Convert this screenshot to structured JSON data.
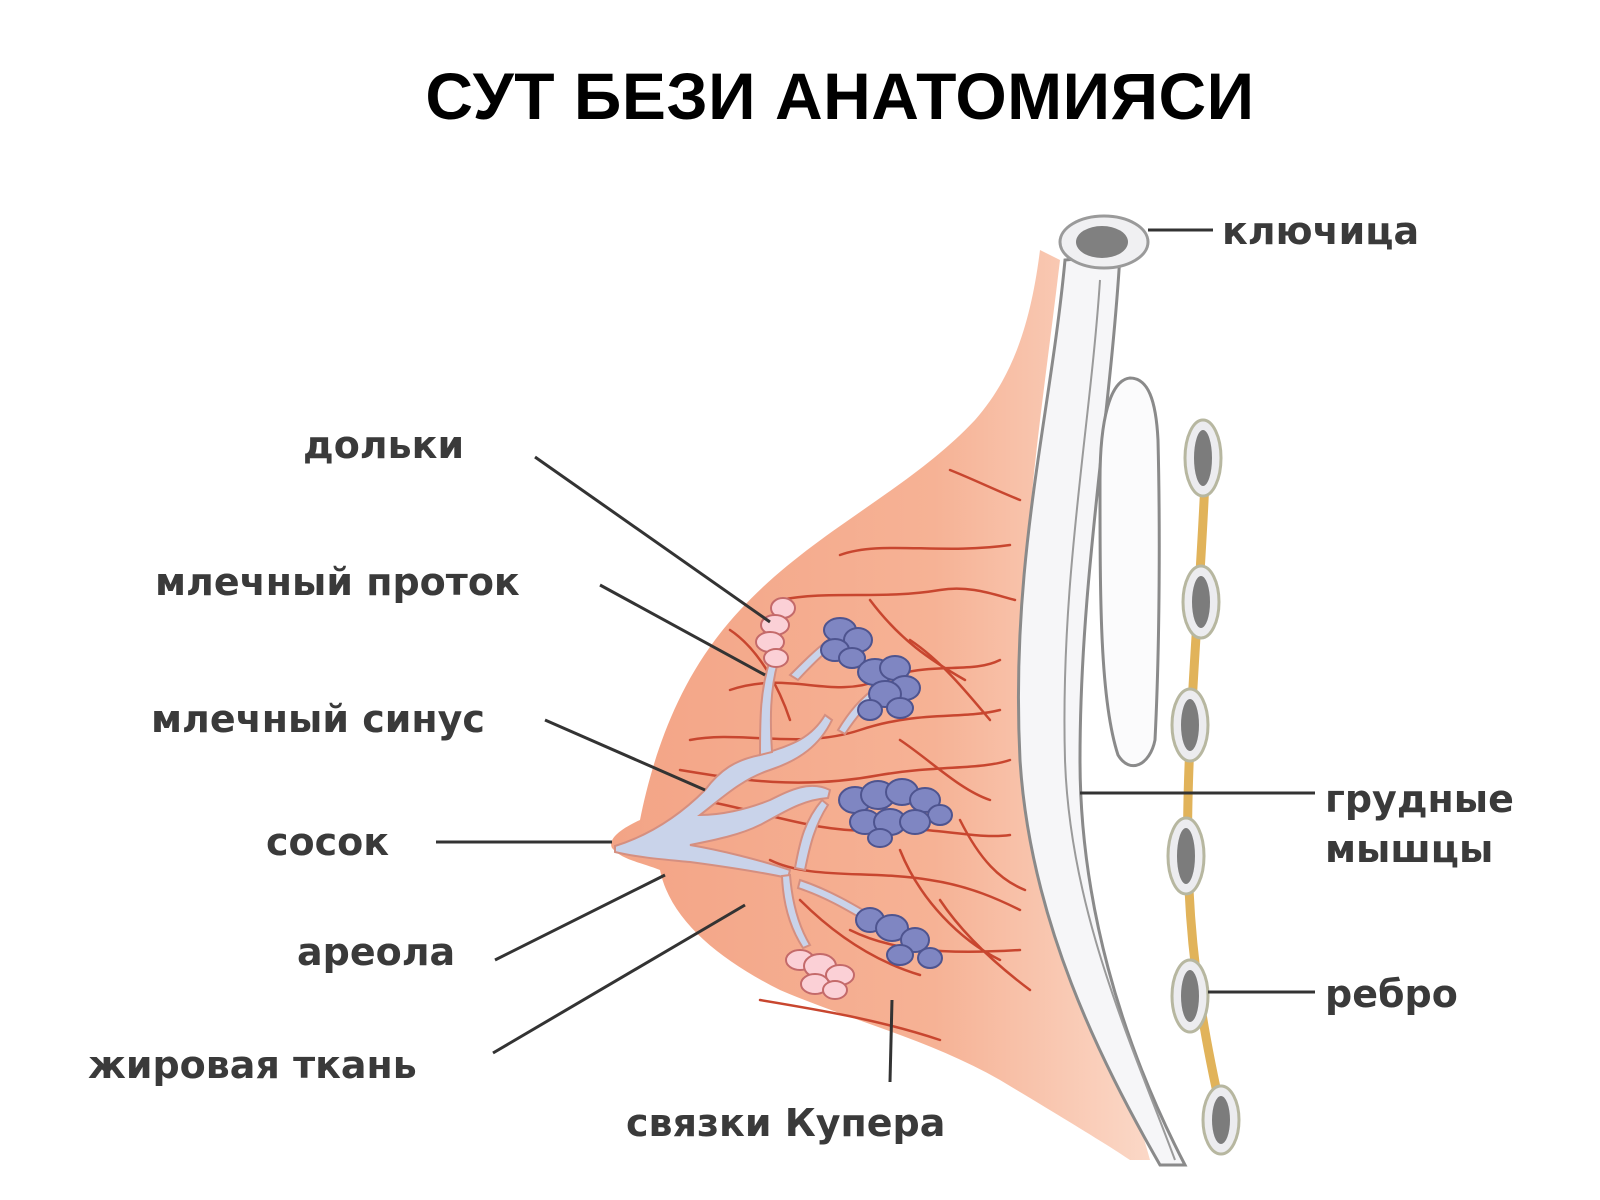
{
  "title": "СУТ БЕЗИ АНАТОМИЯСИ",
  "labels": {
    "lobules": "дольки",
    "milk_duct": "млечный проток",
    "milk_sinus": "млечный синус",
    "nipple": "сосок",
    "areola": "ареола",
    "fat_tissue": "жировая ткань",
    "cooper_ligaments": "связки Купера",
    "clavicle": "ключица",
    "pectoral_muscles_line1": "грудные",
    "pectoral_muscles_line2": "мышцы",
    "rib": "ребро"
  },
  "colors": {
    "tissue": "#f2a487",
    "tissue_light": "#fbd9c8",
    "vein": "#c8462f",
    "duct": "#c9d3ea",
    "lobule": "#7f86c2",
    "muscle": "#f6f6f8",
    "rib_bar": "#e1b35a",
    "bone": "#8c8c8c",
    "leader": "#333333"
  }
}
